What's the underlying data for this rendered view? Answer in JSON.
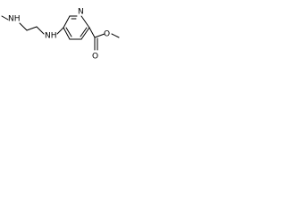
{
  "molecule": {
    "atom_labels": {
      "ring_nitrogen": "N",
      "amine_nitrogen": "NH",
      "methylamine_nitrogen": "NH",
      "carbonyl_oxygen": "O",
      "ester_oxygen": "O"
    }
  },
  "colors": {
    "bond": "#000000",
    "label": "#000000",
    "background": "#ffffff"
  }
}
